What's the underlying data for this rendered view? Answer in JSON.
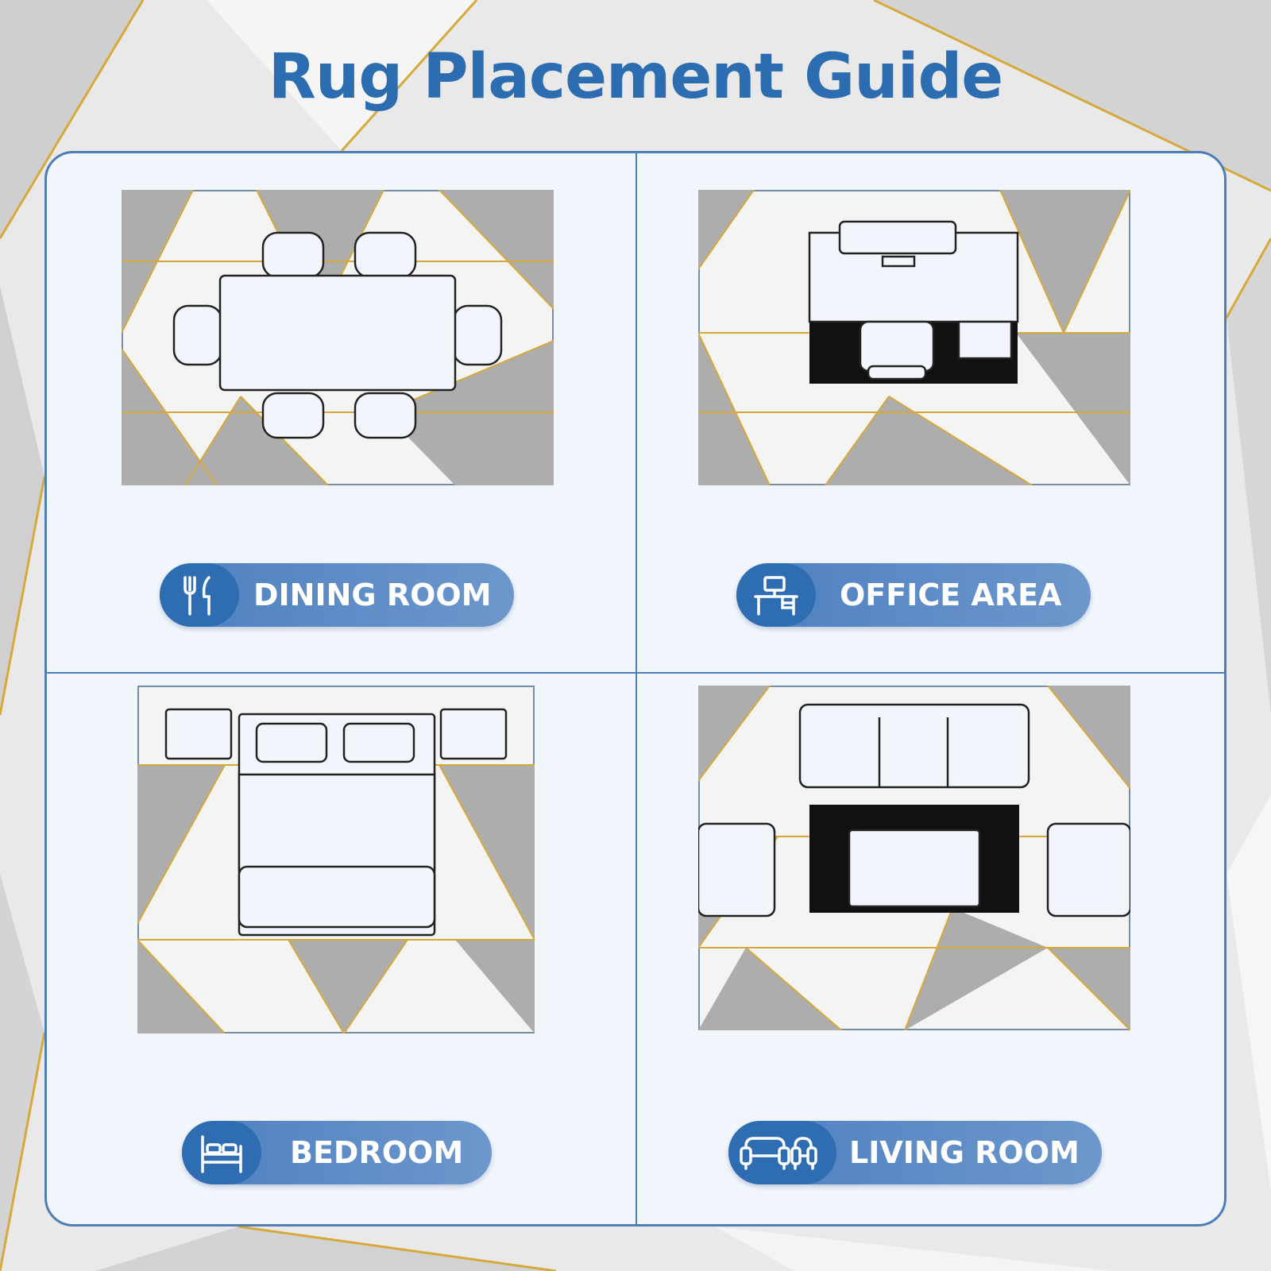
{
  "title": "Rug Placement Guide",
  "colors": {
    "title": "#2c6cb0",
    "pill": "#4d80c0",
    "pill_icon": "#2f6db2",
    "gold": "#d6a93a",
    "gray": "#aeaeae",
    "marble": "#f4f4f4",
    "frame": "#4f7db5"
  },
  "rooms": [
    {
      "label": "DINING ROOM",
      "icon": "fork-knife-icon"
    },
    {
      "label": "OFFICE AREA",
      "icon": "desk-computer-icon"
    },
    {
      "label": "BEDROOM",
      "icon": "bed-icon"
    },
    {
      "label": "LIVING ROOM",
      "icon": "sofa-armchair-icon"
    }
  ]
}
